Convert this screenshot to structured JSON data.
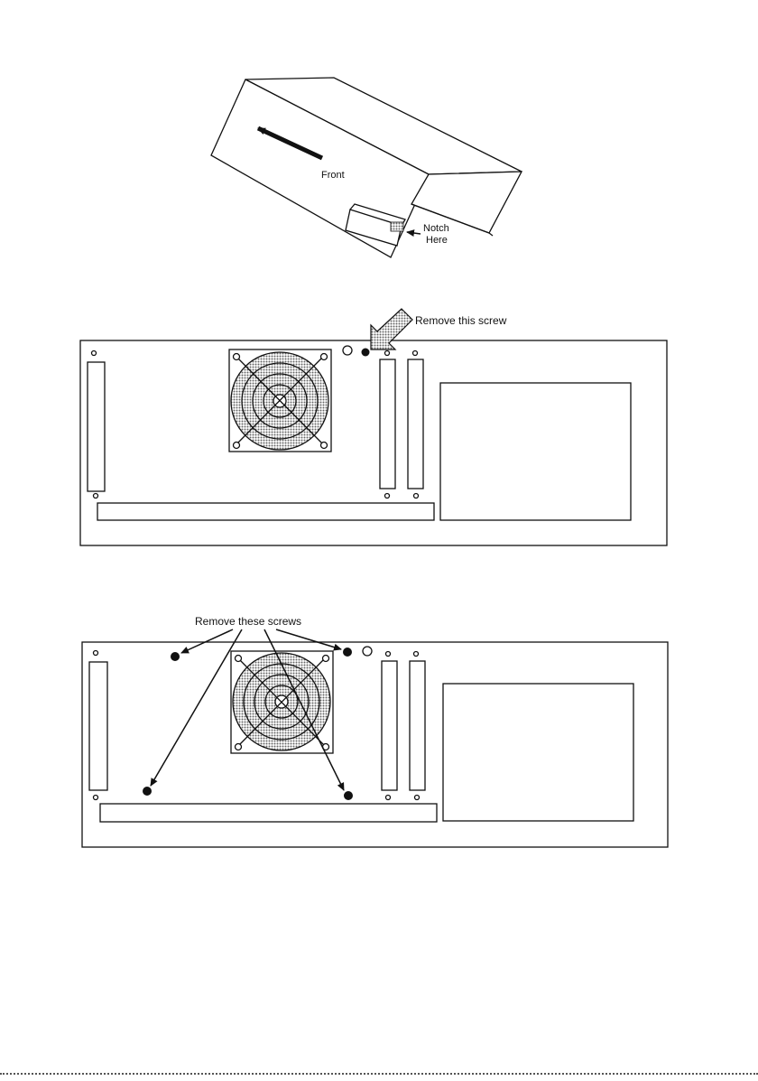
{
  "figure_1": {
    "front_label": "Front",
    "notch_label_line1": "Notch",
    "notch_label_line2": "Here"
  },
  "figure_2": {
    "callout": "Remove this screw"
  },
  "figure_3": {
    "callout": "Remove these screws"
  },
  "colors": {
    "ink": "#111111",
    "screen_fill": "#bdbdbd",
    "paper": "#ffffff"
  }
}
